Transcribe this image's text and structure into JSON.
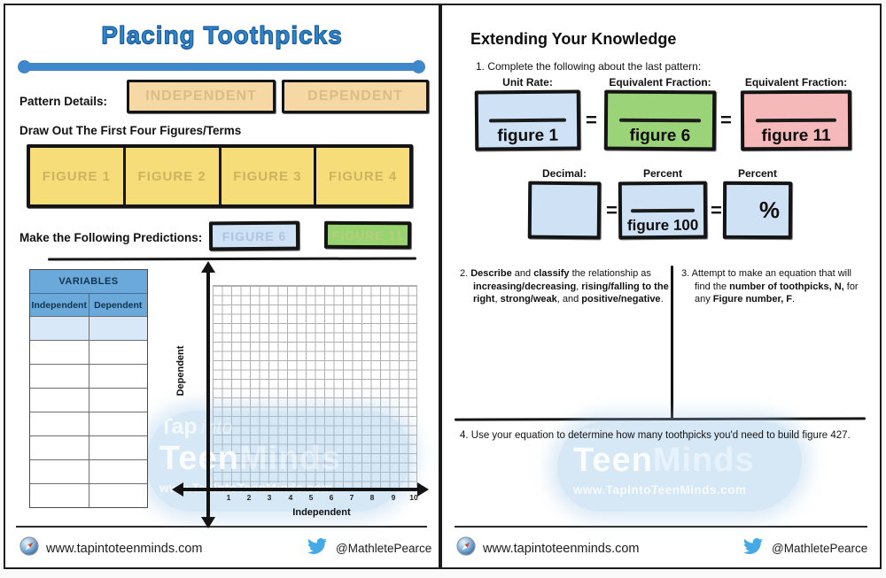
{
  "colors": {
    "title_blue": "#2e86cc",
    "underline_blue": "#3f87cb",
    "peach_box": "#f6d8a4",
    "yellow_box": "#f6dd79",
    "light_blue_box": "#cfe1f4",
    "green_box": "#97d470",
    "pink_box": "#f5b9b9",
    "table_header_blue": "#6aa9da",
    "table_blue_row": "#d9e8f8",
    "twitter_blue": "#45a9e5"
  },
  "left_page": {
    "title": "Placing Toothpicks",
    "pattern_details_label": "Pattern Details:",
    "independent_label": "INDEPENDENT",
    "dependent_label": "DEPENDENT",
    "draw_heading": "Draw Out The First Four Figures/Terms",
    "figures": [
      "FIGURE 1",
      "FIGURE 2",
      "FIGURE 3",
      "FIGURE 4"
    ],
    "predictions_label": "Make the Following Predictions:",
    "figure6_label": "FIGURE 6",
    "figure11_label": "FIGURE 11",
    "table": {
      "title": "VARIABLES",
      "col1": "Independent",
      "col2": "Dependent",
      "empty_rows": 8
    },
    "graph": {
      "y_axis_label": "Dependent",
      "x_axis_label": "Independent",
      "x_ticks": [
        "1",
        "2",
        "3",
        "4",
        "5",
        "6",
        "7",
        "8",
        "9",
        "10"
      ]
    }
  },
  "right_page": {
    "title": "Extending Your Knowledge",
    "q1": "1. Complete the following about the last pattern:",
    "unit_rate_label": "Unit Rate:",
    "equiv_fraction_label_1": "Equivalent Fraction:",
    "equiv_fraction_label_2": "Equivalent Fraction:",
    "figure1": "figure 1",
    "figure6": "figure 6",
    "figure11": "figure 11",
    "equals": "=",
    "decimal_label": "Decimal:",
    "percent_label_1": "Percent",
    "percent_label_2": "Percent",
    "figure100": "figure 100",
    "percent_sign": "%",
    "q2": {
      "n": "2. ",
      "b1": "Describe",
      "r1": " and ",
      "b2": "classify",
      "r2": " the relationship as ",
      "b3": "increasing/decreasing",
      "r3": ", ",
      "b4": "rising/falling to the right",
      "r4": ", ",
      "b5": "strong/weak",
      "r5": ", and ",
      "b6": "positive/negative",
      "r6": "."
    },
    "q3": {
      "n": "3. ",
      "r1": "Attempt to make an equation that will find the ",
      "b1": "number of toothpicks, N,",
      "r2": " for any ",
      "b2": "Figure number, F",
      "r3": "."
    },
    "q4": "4. Use your equation to determine how many toothpicks you'd need to build figure 427."
  },
  "watermark": {
    "tap": "Tap",
    "into": "into",
    "teen": "Teen",
    "minds": "Minds",
    "url": "www.TapIntoTeenMinds.com"
  },
  "footer": {
    "website": "www.tapintoteenminds.com",
    "twitter_handle": "@MathletePearce"
  }
}
